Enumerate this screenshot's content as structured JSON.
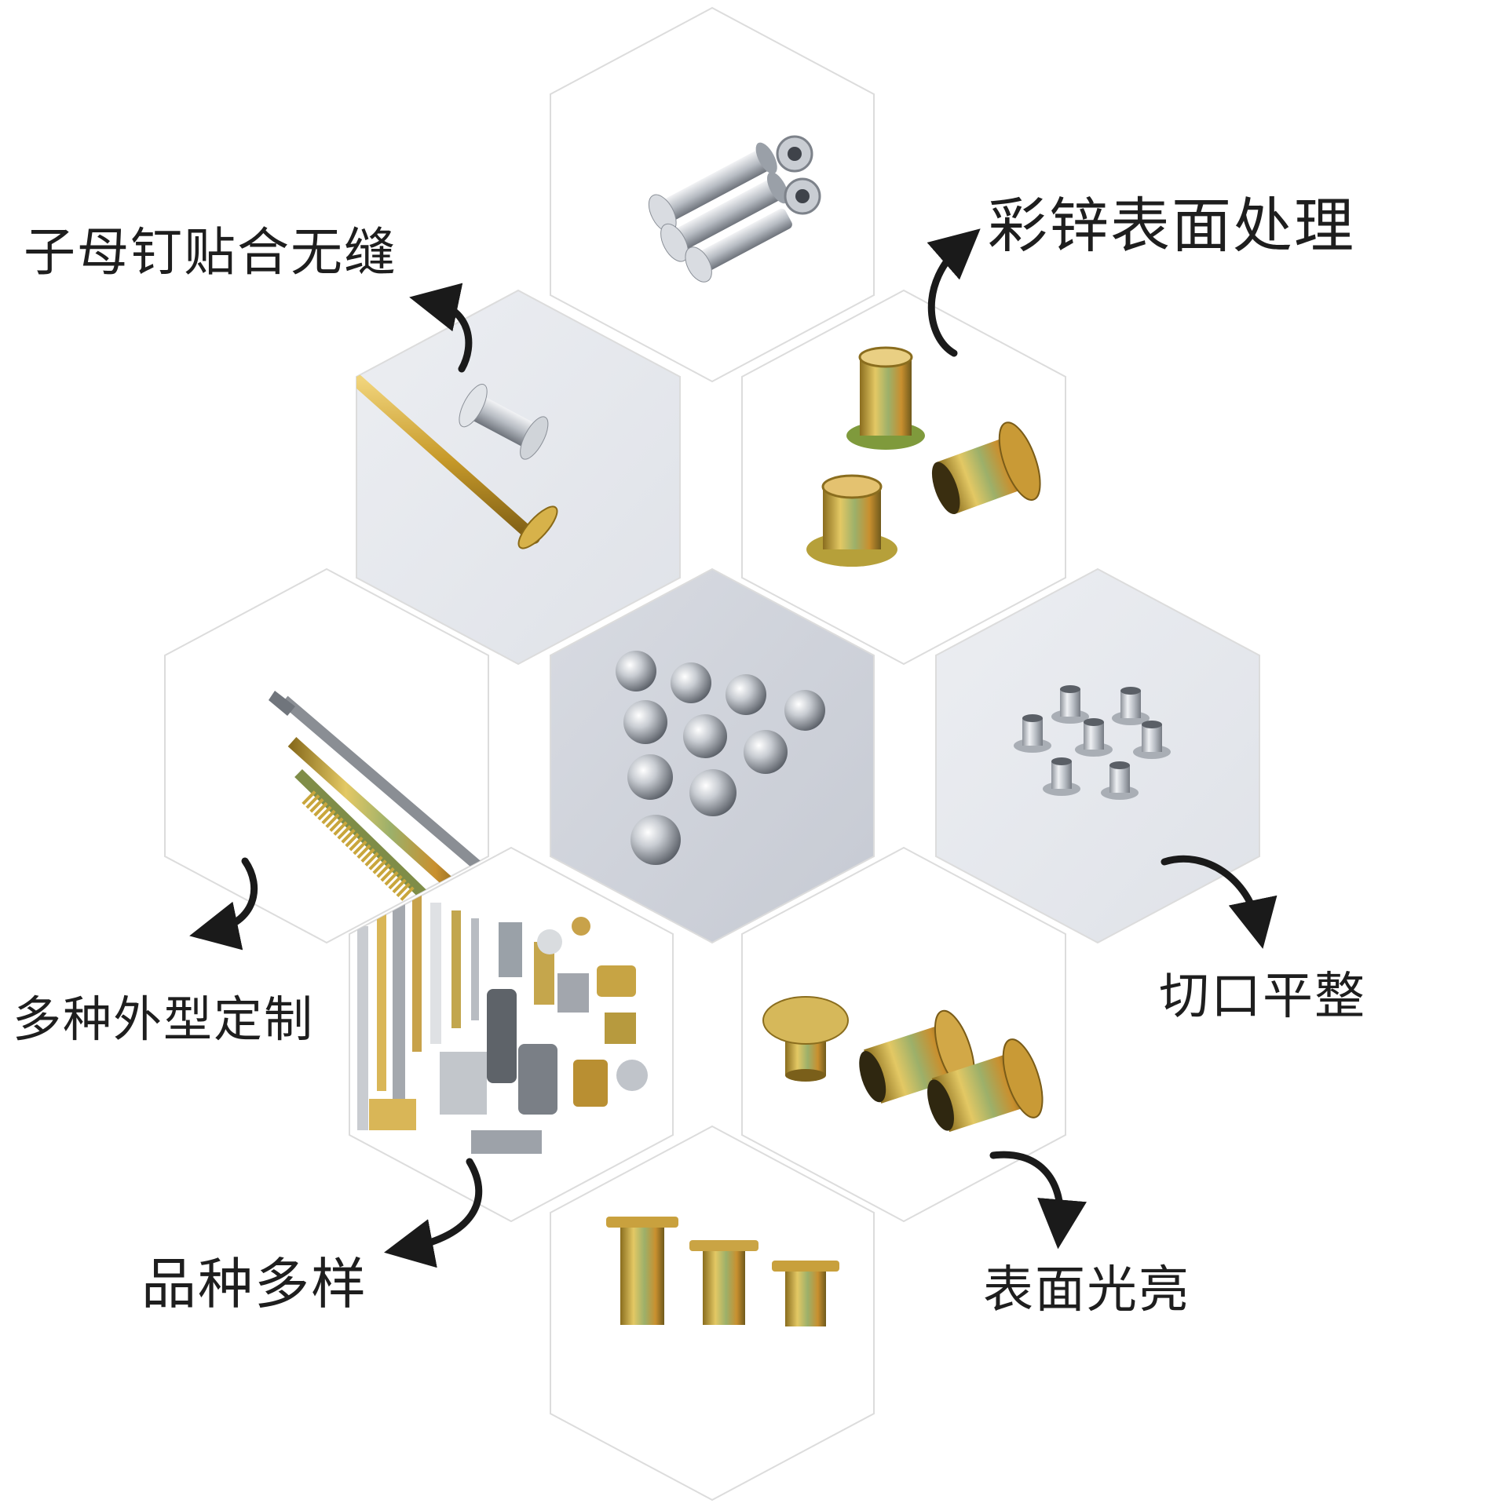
{
  "labels": {
    "snap_rivet": "子母钉贴合无缝",
    "color_zinc": "彩锌表面处理",
    "custom_shapes": "多种外型定制",
    "flat_cut": "切口平整",
    "variety": "品种多样",
    "glossy": "表面光亮"
  },
  "tiles": [
    {
      "name": "hex-top",
      "content": "aluminum-sex-bolts"
    },
    {
      "name": "hex-upper-left",
      "content": "snap-rivet-brass"
    },
    {
      "name": "hex-upper-right",
      "content": "color-zinc-rivets"
    },
    {
      "name": "hex-center",
      "content": "dome-rivets"
    },
    {
      "name": "hex-left",
      "content": "long-pins"
    },
    {
      "name": "hex-right",
      "content": "flat-cut-rivets"
    },
    {
      "name": "hex-lower-left",
      "content": "assorted-fasteners"
    },
    {
      "name": "hex-lower-right",
      "content": "glossy-rivets"
    },
    {
      "name": "hex-bottom",
      "content": "three-rivets"
    }
  ],
  "colors": {
    "zinc_gold": "#c9a83c",
    "silver": "#c8ccd2",
    "brass": "#c79a2a",
    "text": "#1e1e1e",
    "hex_stroke": "#dcdcdc"
  }
}
